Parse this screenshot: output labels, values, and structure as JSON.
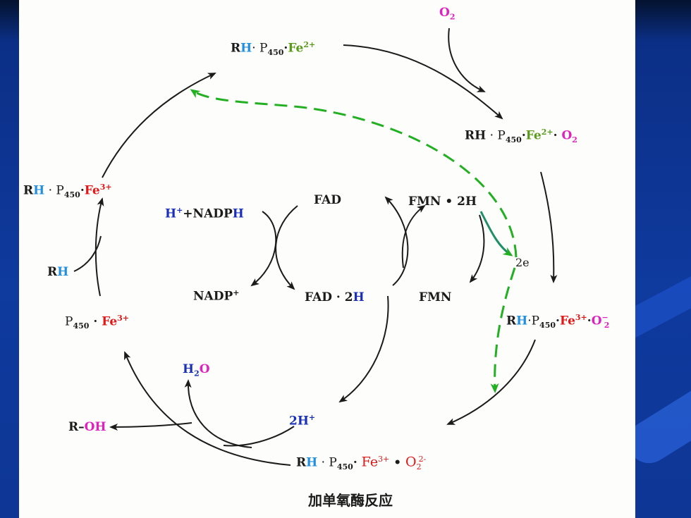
{
  "caption": "加单氧酶反应",
  "labels": {
    "o2": "O",
    "o2_sub": "2",
    "rh_p450_fe2": {
      "r": "R",
      "h": "H",
      "p": "· P",
      "sub": "450",
      "dot": "·",
      "fe": "Fe",
      "sup": "2+"
    },
    "rh_p450_fe2_o2": {
      "r": "RH",
      "p": " · P",
      "sub": "450",
      "dot": "·",
      "fe": "Fe",
      "sup": "2+",
      "dot2": "· ",
      "o": "O",
      "osub": "2"
    },
    "rh_p450_fe3_o2minus": {
      "r": "R",
      "h": "H",
      "p": "·P",
      "sub": "450",
      "dot": "·",
      "fe": "Fe",
      "sup": "3+",
      "dot2": "·",
      "o": "O",
      "osup": "−",
      "osub": "2"
    },
    "rh_p450_fe3_o22minus": {
      "r": "R",
      "h": "H",
      "p": " · P",
      "sub": "450",
      "dot": "· ",
      "fe": "Fe",
      "sup": "3+",
      "dot2": " • ",
      "o": "O",
      "osub": "2",
      "osup": "2-"
    },
    "rh_p450_fe3": {
      "r": "R",
      "h": "H",
      "p": " · P",
      "sub": "450",
      "dot": "·",
      "fe": "Fe",
      "sup": "3+"
    },
    "p450_fe3": {
      "p": "P",
      "sub": "450",
      "dot": " · ",
      "fe": "Fe",
      "sup": "3+"
    },
    "rh_in": {
      "r": "R",
      "h": "H"
    },
    "roh": {
      "r": "R–",
      "oh": "OH"
    },
    "h2o": {
      "h": "H",
      "sub": "2",
      "o": "O"
    },
    "two_h_plus": {
      "t": "2H",
      "sup": "+"
    },
    "h_nadph": {
      "h": "H",
      "sup": "+",
      "rest": "+NADP",
      "h2": "H"
    },
    "nadp": {
      "t": "NADP",
      "sup": "+"
    },
    "fad": "FAD",
    "fad_2h": {
      "t": "FAD · 2",
      "h": "H"
    },
    "fmn_2h": "FMN • 2H",
    "fmn": "FMN",
    "two_e": "2e"
  },
  "colors": {
    "arrow": "#1b1b1b",
    "electron_flow": "#22b022",
    "iron_green": "#5a9a1a",
    "iron_red": "#e01818",
    "oxygen": "#e020c0",
    "hydrogen": "#1f8fe0"
  }
}
